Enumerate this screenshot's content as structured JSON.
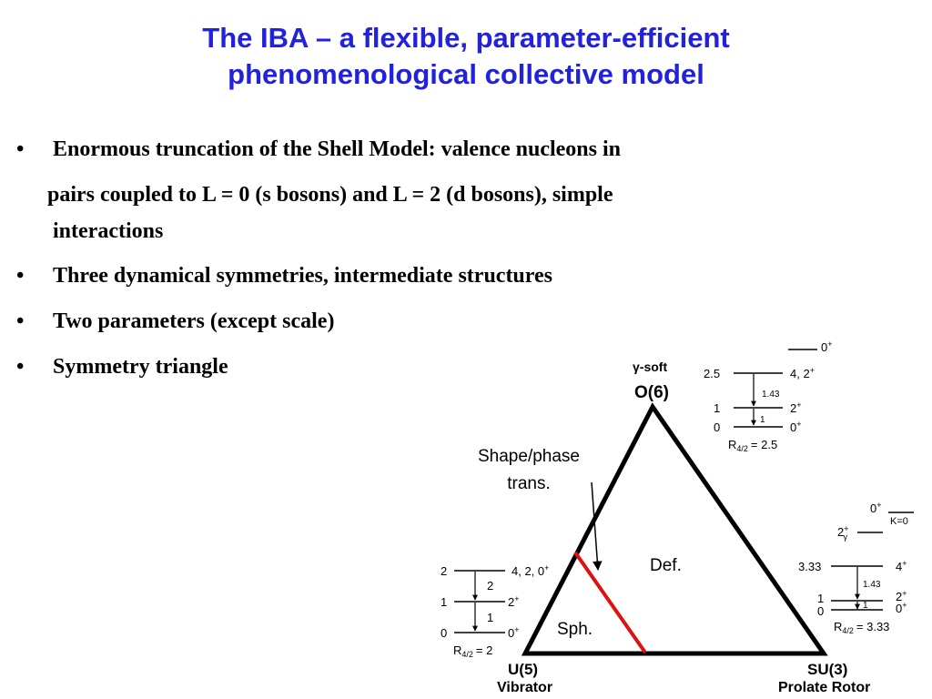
{
  "slide": {
    "title_line1": "The IBA – a flexible, parameter-efficient",
    "title_line2": "phenomenological collective model",
    "bullets": [
      {
        "lines": [
          "Enormous truncation of the Shell Model: valence nucleons in",
          "pairs coupled to L = 0 (s bosons) and L = 2 (d bosons), simple",
          "interactions"
        ]
      },
      {
        "lines": [
          "Three dynamical symmetries,  intermediate structures"
        ]
      },
      {
        "lines": [
          "Two parameters (except scale)"
        ]
      },
      {
        "lines": [
          "Symmetry triangle"
        ]
      }
    ],
    "bullet_char": "•"
  },
  "triangle": {
    "top_label_greek": "γ",
    "top_label_rest": "-soft",
    "top_vertex": "O(6)",
    "left_vertex": "U(5)",
    "left_desc": "Vibrator",
    "right_vertex": "SU(3)",
    "right_desc": "Prolate Rotor",
    "region_def": "Def.",
    "region_sph": "Sph.",
    "transition_line1": "Shape/phase",
    "transition_line2": "trans.",
    "colors": {
      "edge": "#000000",
      "transition": "#dd1111",
      "title": "#2222dd"
    }
  },
  "spectra": {
    "o6": {
      "levels": [
        {
          "energy": "",
          "spin": "0"
        },
        {
          "energy": "2.5",
          "spin": "4, 2"
        },
        {
          "energy": "1",
          "spin": "2"
        },
        {
          "energy": "0",
          "spin": "0"
        }
      ],
      "arrows": [
        "1.43",
        "1"
      ],
      "ratio_label": "R",
      "ratio_sub": "4/2",
      "ratio_value": "= 2.5"
    },
    "u5": {
      "levels": [
        {
          "energy": "2",
          "spin": "4, 2, 0"
        },
        {
          "energy": "1",
          "spin": "2"
        },
        {
          "energy": "0",
          "spin": "0"
        }
      ],
      "arrows": [
        "2",
        "1"
      ],
      "ratio_label": "R",
      "ratio_sub": "4/2",
      "ratio_value": "= 2"
    },
    "su3": {
      "band_levels": [
        {
          "spin": "0",
          "band": "K=0"
        },
        {
          "spin": "2",
          "sub": "γ"
        }
      ],
      "levels": [
        {
          "energy": "3.33",
          "spin": "4"
        },
        {
          "energy": "1",
          "spin": "2"
        },
        {
          "energy": "0",
          "spin": "0"
        }
      ],
      "arrows": [
        "1.43",
        "1"
      ],
      "ratio_label": "R",
      "ratio_sub": "4/2",
      "ratio_value": "= 3.33"
    }
  }
}
